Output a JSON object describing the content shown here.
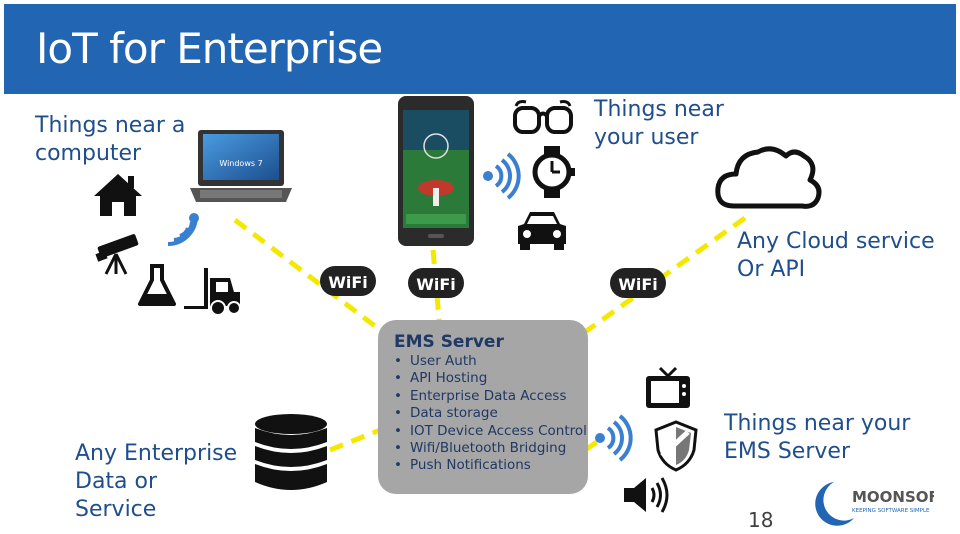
{
  "title": "IoT for Enterprise",
  "labels": {
    "near_computer": "Things near a computer",
    "near_user": "Things near your user",
    "cloud": "Any Cloud service Or API",
    "enterprise": "Any Enterprise Data or Service",
    "near_server": "Things near your EMS Server"
  },
  "server": {
    "title": "EMS Server",
    "items": [
      "User Auth",
      "API Hosting",
      "Enterprise Data Access",
      "Data storage",
      "IOT Device Access Control",
      "Wifi/Bluetooth Bridging",
      "Push Notifications"
    ]
  },
  "wifi_badge_text": "WiFi",
  "laptop_os_text": "Windows 7",
  "logo": {
    "name": "MOONSOFT",
    "tagline": "KEEPING SOFTWARE SIMPLE"
  },
  "page_number": "18",
  "colors": {
    "header": "#2266b3",
    "label": "#1f4e8c",
    "connector": "#f5e800",
    "server_box": "#a6a6a6"
  },
  "icons": [
    "laptop-icon",
    "phone-icon",
    "glasses-icon",
    "watch-icon",
    "car-icon",
    "house-icon",
    "telescope-icon",
    "flask-icon",
    "forklift-icon",
    "cloud-icon",
    "database-icon",
    "tv-icon",
    "shield-icon",
    "speaker-icon",
    "wireless-signal-icon",
    "wifi-badge-icon"
  ]
}
